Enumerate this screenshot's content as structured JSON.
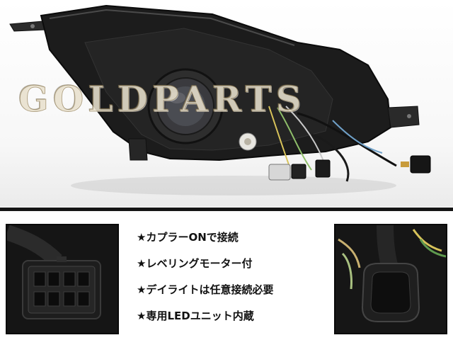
{
  "hero": {
    "watermark_text": "GOLDPARTS",
    "product": "headlight-assembly-rear-view",
    "housing_color": "#1c1c1c"
  },
  "colors": {
    "background": "#ffffff",
    "panel_background": "#141414",
    "divider": "#151515",
    "text": "#111111"
  },
  "features": [
    {
      "label": "★カプラーONで接続"
    },
    {
      "label": "★レベリングモーター付"
    },
    {
      "label": "★デイライトは任意接続必要"
    },
    {
      "label": "★専用LEDユニット内蔵"
    }
  ],
  "detail_panels": [
    {
      "subject": "connector-8-pin-closeup"
    },
    {
      "subject": "connector-oval-closeup"
    }
  ]
}
